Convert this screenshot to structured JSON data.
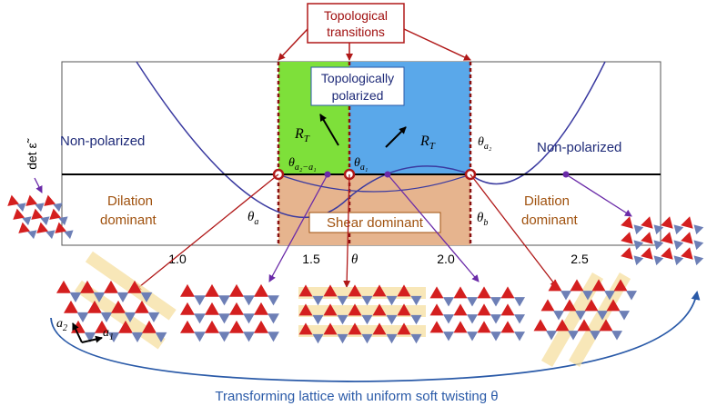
{
  "title": {
    "line1": "Topological",
    "line2": "transitions"
  },
  "polarized": {
    "line1": "Topologically",
    "line2": "polarized"
  },
  "y_label": "det ε̃",
  "regions": {
    "left_top": "Non-polarized",
    "right_top": "Non-polarized",
    "left_bottom_1": "Dilation",
    "left_bottom_2": "dominant",
    "right_bottom_1": "Dilation",
    "right_bottom_2": "dominant",
    "shear": "Shear dominant"
  },
  "symbols": {
    "rt": "R",
    "rt_sub": "T",
    "theta": "θ",
    "theta_a": "a",
    "theta_b": "b",
    "theta_a1": "a₁",
    "theta_a2": "a₂",
    "theta_a2_a1": "a₂−a₁",
    "vec_a1": "a",
    "vec_a1_sub": "1",
    "vec_a2": "a",
    "vec_a2_sub": "2"
  },
  "x_ticks": [
    "1.0",
    "1.5",
    "2.0",
    "2.5"
  ],
  "caption": "Transforming lattice with uniform soft twisting θ",
  "colors": {
    "green": "#7ee03a",
    "blue": "#5aa8ea",
    "orange": "#e6b48e",
    "red": "#b01818",
    "navy": "#1e2a78",
    "purple": "#6a2aa8",
    "brown": "#a0520f",
    "tri_red": "#d41f1f",
    "tri_blue": "#6d7fb6",
    "arc": "#2a5aa8"
  }
}
